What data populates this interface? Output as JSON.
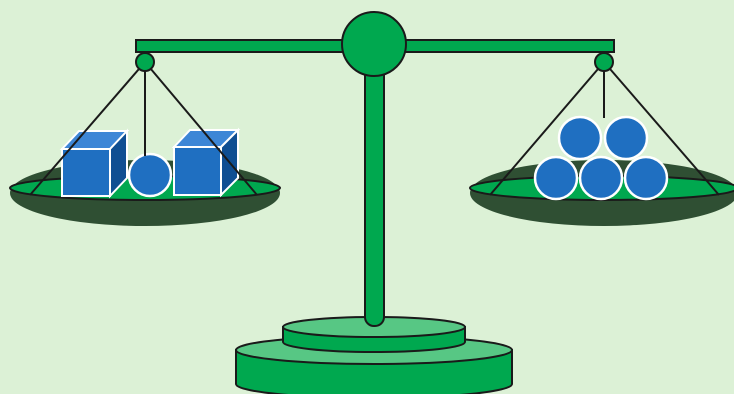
{
  "colors": {
    "background": "#dcf1d6",
    "scale_green": "#00a84f",
    "scale_light_green": "#57c784",
    "pan_shadow": "#2f4f33",
    "outline": "#1a1a1a",
    "shape_blue": "#1f6fc1",
    "shape_blue_dark": "#0f4e92",
    "shape_blue_light": "#3d86d6",
    "shape_border": "#ffffff"
  },
  "scene": {
    "balance_state": "level",
    "left_pan": {
      "items": [
        {
          "shape": "cube"
        },
        {
          "shape": "sphere"
        },
        {
          "shape": "cube"
        }
      ]
    },
    "right_pan": {
      "items": [
        {
          "shape": "sphere"
        },
        {
          "shape": "sphere"
        },
        {
          "shape": "sphere"
        },
        {
          "shape": "sphere"
        },
        {
          "shape": "sphere"
        }
      ]
    }
  }
}
